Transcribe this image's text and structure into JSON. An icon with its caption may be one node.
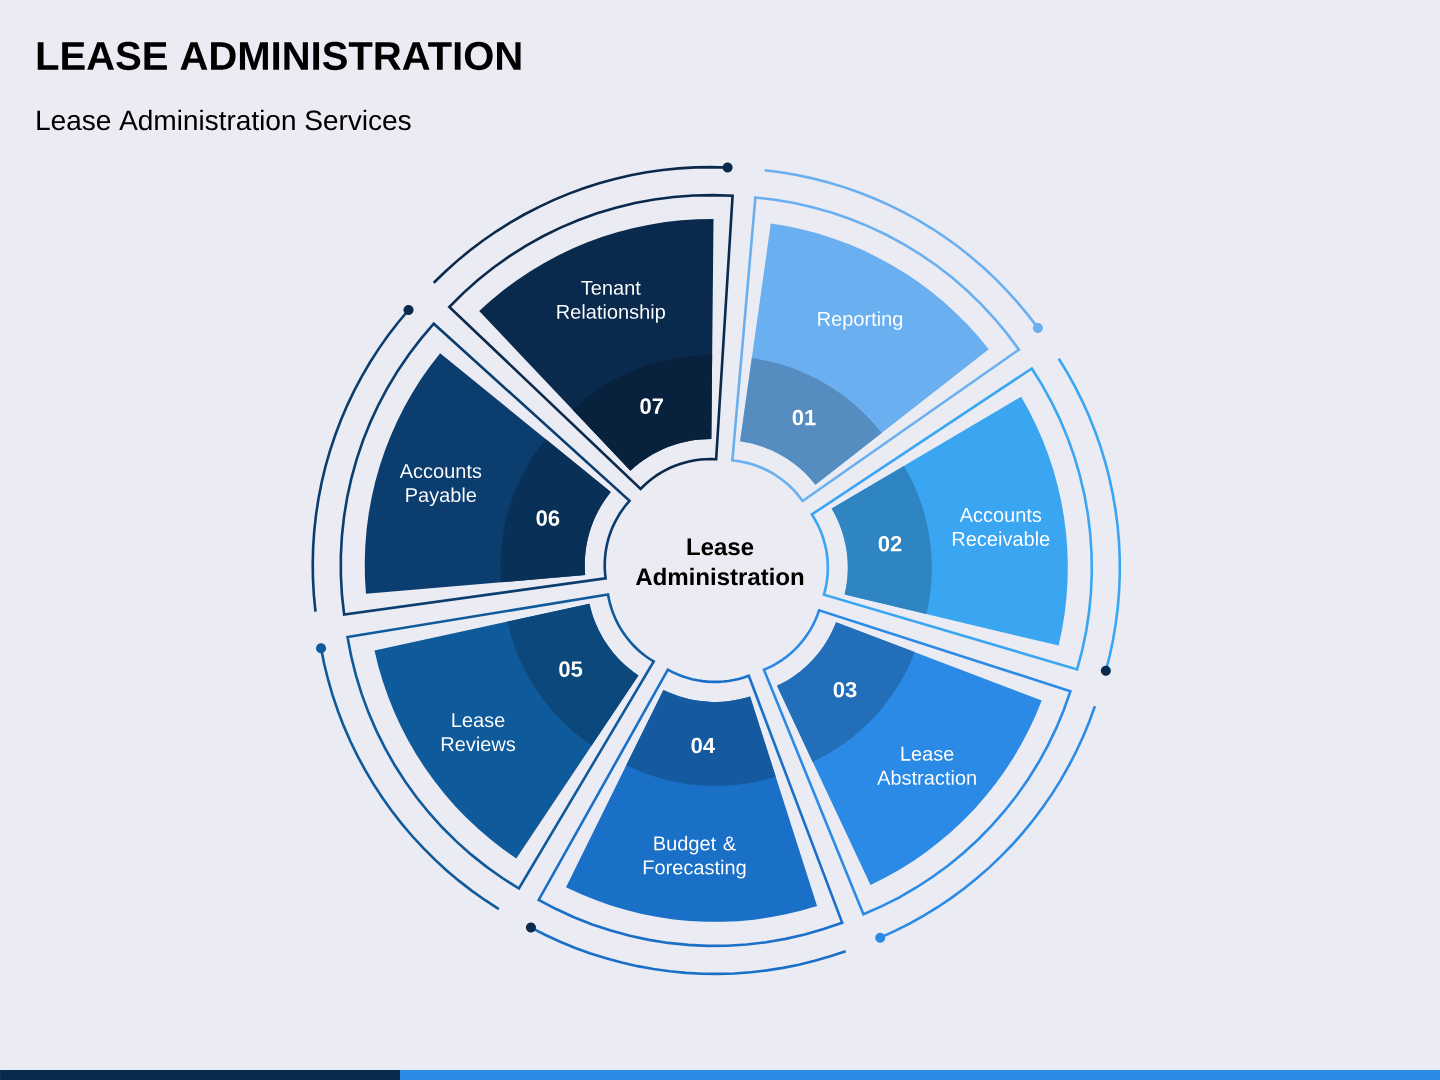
{
  "diagram": {
    "title": "LEASE ADMINISTRATION",
    "nodes": [
      {
        "text": [
          "Reporting",
          "01"
        ]
      },
      {
        "text": [
          "02",
          "Accounts Receivable"
        ]
      },
      {
        "text": [
          "03",
          "Lease Abstraction"
        ]
      },
      {
        "text": [
          "04",
          "Budget & Forecasting"
        ]
      },
      {
        "text": [
          "Lease Reviews",
          "05"
        ]
      },
      {
        "text": [
          "Accounts Payable",
          "06"
        ]
      },
      {
        "text": [
          "Tenant Relationship",
          "07"
        ]
      }
    ],
    "labels": [
      "Lease Administration Services",
      "Lease Administration"
    ]
  }
}
